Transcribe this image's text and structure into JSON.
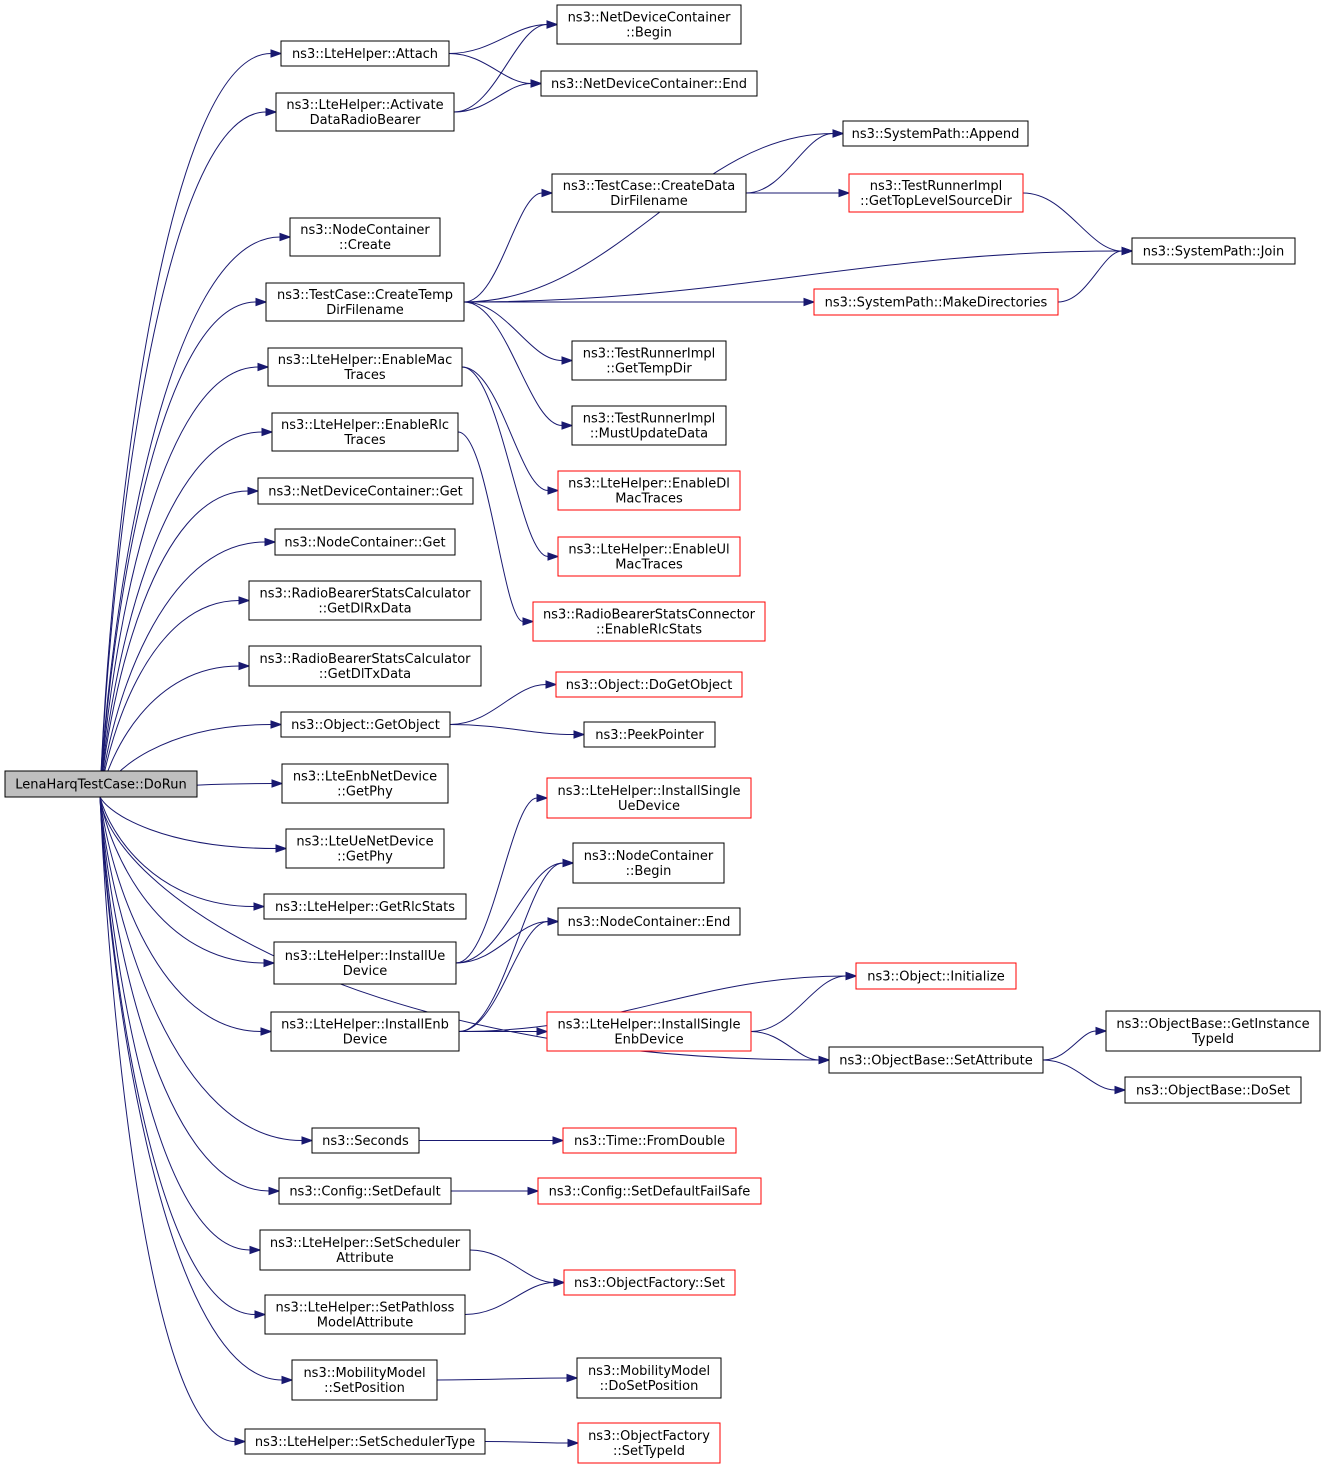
{
  "colors": {
    "edge": "#191970",
    "node_border_normal": "#000000",
    "node_border_truncated": "#ff0000",
    "root_fill": "#bfbfbf",
    "node_fill": "#ffffff",
    "text": "#000000"
  },
  "nodes": [
    {
      "id": "dorun",
      "lines": [
        "LenaHarqTestCase::DoRun"
      ],
      "style": "root"
    },
    {
      "id": "attach",
      "lines": [
        "ns3::LteHelper::Attach"
      ],
      "style": "normal"
    },
    {
      "id": "activate",
      "lines": [
        "ns3::LteHelper::Activate",
        "DataRadioBearer"
      ],
      "style": "normal"
    },
    {
      "id": "ndc_begin",
      "lines": [
        "ns3::NetDeviceContainer",
        "::Begin"
      ],
      "style": "normal"
    },
    {
      "id": "ndc_end",
      "lines": [
        "ns3::NetDeviceContainer::End"
      ],
      "style": "normal"
    },
    {
      "id": "nc_create",
      "lines": [
        "ns3::NodeContainer",
        "::Create"
      ],
      "style": "normal"
    },
    {
      "id": "createtemp",
      "lines": [
        "ns3::TestCase::CreateTemp",
        "DirFilename"
      ],
      "style": "normal"
    },
    {
      "id": "sp_append",
      "lines": [
        "ns3::SystemPath::Append"
      ],
      "style": "normal"
    },
    {
      "id": "createdata",
      "lines": [
        "ns3::TestCase::CreateData",
        "DirFilename"
      ],
      "style": "normal"
    },
    {
      "id": "gettoplevel",
      "lines": [
        "ns3::TestRunnerImpl",
        "::GetTopLevelSourceDir"
      ],
      "style": "truncated"
    },
    {
      "id": "sp_join",
      "lines": [
        "ns3::SystemPath::Join"
      ],
      "style": "normal"
    },
    {
      "id": "sp_makedirs",
      "lines": [
        "ns3::SystemPath::MakeDirectories"
      ],
      "style": "truncated"
    },
    {
      "id": "gettempdir",
      "lines": [
        "ns3::TestRunnerImpl",
        "::GetTempDir"
      ],
      "style": "normal"
    },
    {
      "id": "mustupdate",
      "lines": [
        "ns3::TestRunnerImpl",
        "::MustUpdateData"
      ],
      "style": "normal"
    },
    {
      "id": "enablemac",
      "lines": [
        "ns3::LteHelper::EnableMac",
        "Traces"
      ],
      "style": "normal"
    },
    {
      "id": "enablerlc",
      "lines": [
        "ns3::LteHelper::EnableRlc",
        "Traces"
      ],
      "style": "normal"
    },
    {
      "id": "enabledlmac",
      "lines": [
        "ns3::LteHelper::EnableDl",
        "MacTraces"
      ],
      "style": "truncated"
    },
    {
      "id": "enableulmac",
      "lines": [
        "ns3::LteHelper::EnableUl",
        "MacTraces"
      ],
      "style": "truncated"
    },
    {
      "id": "rbsconn",
      "lines": [
        "ns3::RadioBearerStatsConnector",
        "::EnableRlcStats"
      ],
      "style": "truncated"
    },
    {
      "id": "ndc_get",
      "lines": [
        "ns3::NetDeviceContainer::Get"
      ],
      "style": "normal"
    },
    {
      "id": "nc_get",
      "lines": [
        "ns3::NodeContainer::Get"
      ],
      "style": "normal"
    },
    {
      "id": "getdlrx",
      "lines": [
        "ns3::RadioBearerStatsCalculator",
        "::GetDlRxData"
      ],
      "style": "normal"
    },
    {
      "id": "getdltx",
      "lines": [
        "ns3::RadioBearerStatsCalculator",
        "::GetDlTxData"
      ],
      "style": "normal"
    },
    {
      "id": "getobject",
      "lines": [
        "ns3::Object::GetObject"
      ],
      "style": "normal"
    },
    {
      "id": "dogetobject",
      "lines": [
        "ns3::Object::DoGetObject"
      ],
      "style": "truncated"
    },
    {
      "id": "peekpointer",
      "lines": [
        "ns3::PeekPointer"
      ],
      "style": "normal"
    },
    {
      "id": "enb_getphy",
      "lines": [
        "ns3::LteEnbNetDevice",
        "::GetPhy"
      ],
      "style": "normal"
    },
    {
      "id": "ue_getphy",
      "lines": [
        "ns3::LteUeNetDevice",
        "::GetPhy"
      ],
      "style": "normal"
    },
    {
      "id": "getrlcstats",
      "lines": [
        "ns3::LteHelper::GetRlcStats"
      ],
      "style": "normal"
    },
    {
      "id": "installue",
      "lines": [
        "ns3::LteHelper::InstallUe",
        "Device"
      ],
      "style": "normal"
    },
    {
      "id": "installsingleue",
      "lines": [
        "ns3::LteHelper::InstallSingle",
        "UeDevice"
      ],
      "style": "truncated"
    },
    {
      "id": "nc_begin",
      "lines": [
        "ns3::NodeContainer",
        "::Begin"
      ],
      "style": "normal"
    },
    {
      "id": "nc_end",
      "lines": [
        "ns3::NodeContainer::End"
      ],
      "style": "normal"
    },
    {
      "id": "installenb",
      "lines": [
        "ns3::LteHelper::InstallEnb",
        "Device"
      ],
      "style": "normal"
    },
    {
      "id": "obj_init",
      "lines": [
        "ns3::Object::Initialize"
      ],
      "style": "truncated"
    },
    {
      "id": "installsingleenb",
      "lines": [
        "ns3::LteHelper::InstallSingle",
        "EnbDevice"
      ],
      "style": "truncated"
    },
    {
      "id": "setattr",
      "lines": [
        "ns3::ObjectBase::SetAttribute"
      ],
      "style": "normal"
    },
    {
      "id": "getinstancetypeid",
      "lines": [
        "ns3::ObjectBase::GetInstance",
        "TypeId"
      ],
      "style": "normal"
    },
    {
      "id": "doset",
      "lines": [
        "ns3::ObjectBase::DoSet"
      ],
      "style": "normal"
    },
    {
      "id": "seconds",
      "lines": [
        "ns3::Seconds"
      ],
      "style": "normal"
    },
    {
      "id": "fromdouble",
      "lines": [
        "ns3::Time::FromDouble"
      ],
      "style": "truncated"
    },
    {
      "id": "setdefault",
      "lines": [
        "ns3::Config::SetDefault"
      ],
      "style": "normal"
    },
    {
      "id": "setdefaultfailsafe",
      "lines": [
        "ns3::Config::SetDefaultFailSafe"
      ],
      "style": "truncated"
    },
    {
      "id": "setschedattr",
      "lines": [
        "ns3::LteHelper::SetScheduler",
        "Attribute"
      ],
      "style": "normal"
    },
    {
      "id": "setpathloss",
      "lines": [
        "ns3::LteHelper::SetPathloss",
        "ModelAttribute"
      ],
      "style": "normal"
    },
    {
      "id": "objfactory_set",
      "lines": [
        "ns3::ObjectFactory::Set"
      ],
      "style": "truncated"
    },
    {
      "id": "mm_setpos",
      "lines": [
        "ns3::MobilityModel",
        "::SetPosition"
      ],
      "style": "normal"
    },
    {
      "id": "mm_dosetpos",
      "lines": [
        "ns3::MobilityModel",
        "::DoSetPosition"
      ],
      "style": "normal"
    },
    {
      "id": "setschedtype",
      "lines": [
        "ns3::LteHelper::SetSchedulerType"
      ],
      "style": "normal"
    },
    {
      "id": "objfactory_settypeid",
      "lines": [
        "ns3::ObjectFactory",
        "::SetTypeId"
      ],
      "style": "truncated"
    }
  ],
  "edges": [
    [
      "dorun",
      "attach"
    ],
    [
      "dorun",
      "activate"
    ],
    [
      "dorun",
      "nc_create"
    ],
    [
      "dorun",
      "createtemp"
    ],
    [
      "dorun",
      "enablemac"
    ],
    [
      "dorun",
      "enablerlc"
    ],
    [
      "dorun",
      "ndc_get"
    ],
    [
      "dorun",
      "nc_get"
    ],
    [
      "dorun",
      "getdlrx"
    ],
    [
      "dorun",
      "getdltx"
    ],
    [
      "dorun",
      "getobject"
    ],
    [
      "dorun",
      "enb_getphy"
    ],
    [
      "dorun",
      "ue_getphy"
    ],
    [
      "dorun",
      "getrlcstats"
    ],
    [
      "dorun",
      "installue"
    ],
    [
      "dorun",
      "installenb"
    ],
    [
      "dorun",
      "setattr"
    ],
    [
      "dorun",
      "seconds"
    ],
    [
      "dorun",
      "setdefault"
    ],
    [
      "dorun",
      "setschedattr"
    ],
    [
      "dorun",
      "setpathloss"
    ],
    [
      "dorun",
      "mm_setpos"
    ],
    [
      "dorun",
      "setschedtype"
    ],
    [
      "attach",
      "ndc_begin"
    ],
    [
      "attach",
      "ndc_end"
    ],
    [
      "activate",
      "ndc_begin"
    ],
    [
      "activate",
      "ndc_end"
    ],
    [
      "createtemp",
      "sp_append"
    ],
    [
      "createtemp",
      "createdata"
    ],
    [
      "createtemp",
      "sp_join"
    ],
    [
      "createtemp",
      "sp_makedirs"
    ],
    [
      "createtemp",
      "gettempdir"
    ],
    [
      "createtemp",
      "mustupdate"
    ],
    [
      "createdata",
      "sp_append"
    ],
    [
      "createdata",
      "gettoplevel"
    ],
    [
      "gettoplevel",
      "sp_join"
    ],
    [
      "sp_makedirs",
      "sp_join"
    ],
    [
      "enablemac",
      "enabledlmac"
    ],
    [
      "enablemac",
      "enableulmac"
    ],
    [
      "enablerlc",
      "rbsconn"
    ],
    [
      "getobject",
      "dogetobject"
    ],
    [
      "getobject",
      "peekpointer"
    ],
    [
      "installue",
      "installsingleue"
    ],
    [
      "installue",
      "nc_begin"
    ],
    [
      "installue",
      "nc_end"
    ],
    [
      "installenb",
      "nc_begin"
    ],
    [
      "installenb",
      "nc_end"
    ],
    [
      "installenb",
      "obj_init"
    ],
    [
      "installenb",
      "installsingleenb"
    ],
    [
      "installsingleenb",
      "obj_init"
    ],
    [
      "installsingleenb",
      "setattr"
    ],
    [
      "setattr",
      "getinstancetypeid"
    ],
    [
      "setattr",
      "doset"
    ],
    [
      "seconds",
      "fromdouble"
    ],
    [
      "setdefault",
      "setdefaultfailsafe"
    ],
    [
      "setschedattr",
      "objfactory_set"
    ],
    [
      "setpathloss",
      "objfactory_set"
    ],
    [
      "mm_setpos",
      "mm_dosetpos"
    ],
    [
      "setschedtype",
      "objfactory_settypeid"
    ]
  ]
}
